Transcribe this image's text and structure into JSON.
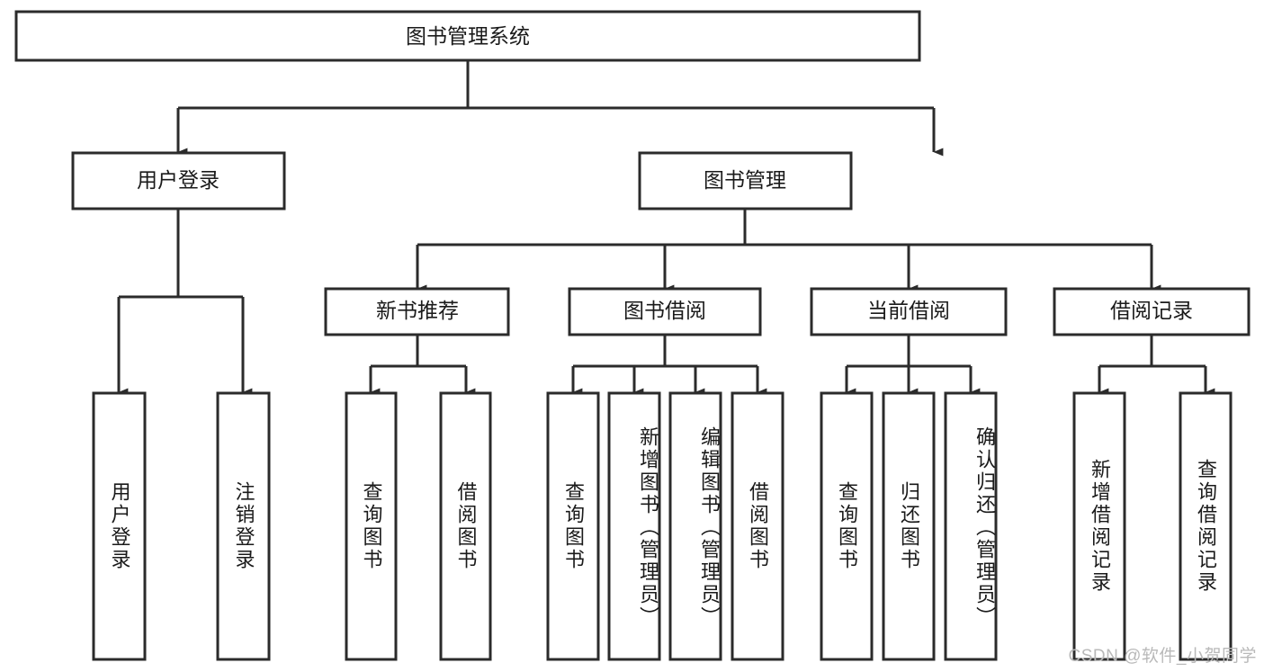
{
  "diagram": {
    "type": "tree-hierarchy",
    "title": "图书管理系统",
    "watermark": "CSDN @软件_小贺同学",
    "colors": {
      "stroke": "#2b2b2b",
      "fill": "#ffffff",
      "text": "#1a1a1a",
      "watermark": "#b9b9b9",
      "background": "#ffffff"
    },
    "root": {
      "label": "图书管理系统"
    },
    "level2": [
      {
        "label": "用户登录"
      },
      {
        "label": "图书管理"
      }
    ],
    "level3": [
      {
        "label": "新书推荐"
      },
      {
        "label": "图书借阅"
      },
      {
        "label": "当前借阅"
      },
      {
        "label": "借阅记录"
      }
    ],
    "leaves": {
      "user_login": [
        {
          "label": "用户登录"
        },
        {
          "label": "注销登录"
        }
      ],
      "new_book_recommend": [
        {
          "label": "查询图书"
        },
        {
          "label": "借阅图书"
        }
      ],
      "book_borrow": [
        {
          "label": "查询图书"
        },
        {
          "label": "新增图书（管理员）"
        },
        {
          "label": "编辑图书（管理员）"
        },
        {
          "label": "借阅图书"
        }
      ],
      "current_borrow": [
        {
          "label": "查询图书"
        },
        {
          "label": "归还图书"
        },
        {
          "label": "确认归还（管理员）"
        }
      ],
      "borrow_records": [
        {
          "label": "新增借阅记录"
        },
        {
          "label": "查询借阅记录"
        }
      ]
    }
  }
}
